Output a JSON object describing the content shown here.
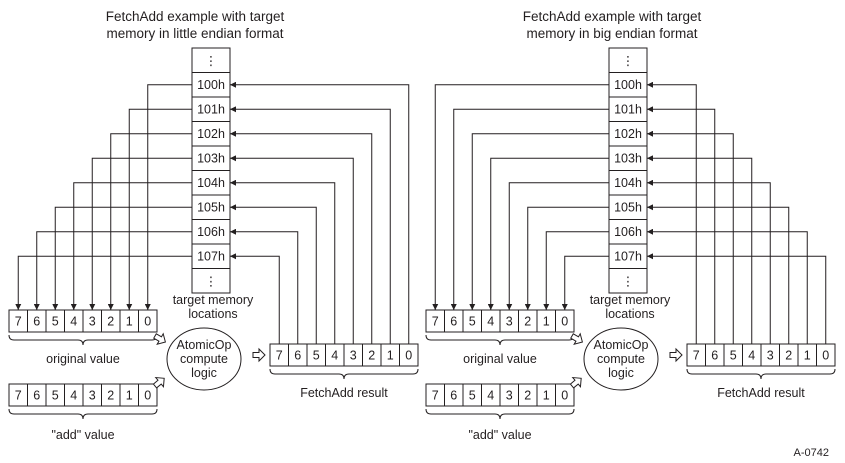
{
  "panels": [
    {
      "id": "little-endian",
      "title_line1": "FetchAdd example with target",
      "title_line2": "memory in little endian format",
      "addresses": [
        "100h",
        "101h",
        "102h",
        "103h",
        "104h",
        "105h",
        "106h",
        "107h"
      ],
      "ellipsis": "⋮",
      "memory_label_line1": "target memory",
      "memory_label_line2": "locations",
      "original_value_bytes": [
        "7",
        "6",
        "5",
        "4",
        "3",
        "2",
        "1",
        "0"
      ],
      "original_value_label": "original value",
      "add_value_bytes": [
        "7",
        "6",
        "5",
        "4",
        "3",
        "2",
        "1",
        "0"
      ],
      "add_value_label": "\"add\" value",
      "logic_line1": "AtomicOp",
      "logic_line2": "compute",
      "logic_line3": "logic",
      "result_bytes": [
        "7",
        "6",
        "5",
        "4",
        "3",
        "2",
        "1",
        "0"
      ],
      "result_label": "FetchAdd result"
    },
    {
      "id": "big-endian",
      "title_line1": "FetchAdd example with target",
      "title_line2": "memory in big endian format",
      "addresses": [
        "100h",
        "101h",
        "102h",
        "103h",
        "104h",
        "105h",
        "106h",
        "107h"
      ],
      "ellipsis": "⋮",
      "memory_label_line1": "target memory",
      "memory_label_line2": "locations",
      "original_value_bytes": [
        "7",
        "6",
        "5",
        "4",
        "3",
        "2",
        "1",
        "0"
      ],
      "original_value_label": "original value",
      "add_value_bytes": [
        "7",
        "6",
        "5",
        "4",
        "3",
        "2",
        "1",
        "0"
      ],
      "add_value_label": "\"add\" value",
      "logic_line1": "AtomicOp",
      "logic_line2": "compute",
      "logic_line3": "logic",
      "result_bytes": [
        "7",
        "6",
        "5",
        "4",
        "3",
        "2",
        "1",
        "0"
      ],
      "result_label": "FetchAdd result"
    }
  ],
  "figure_id": "A-0742",
  "colors": {
    "stroke": "#231f20",
    "background": "#ffffff"
  }
}
